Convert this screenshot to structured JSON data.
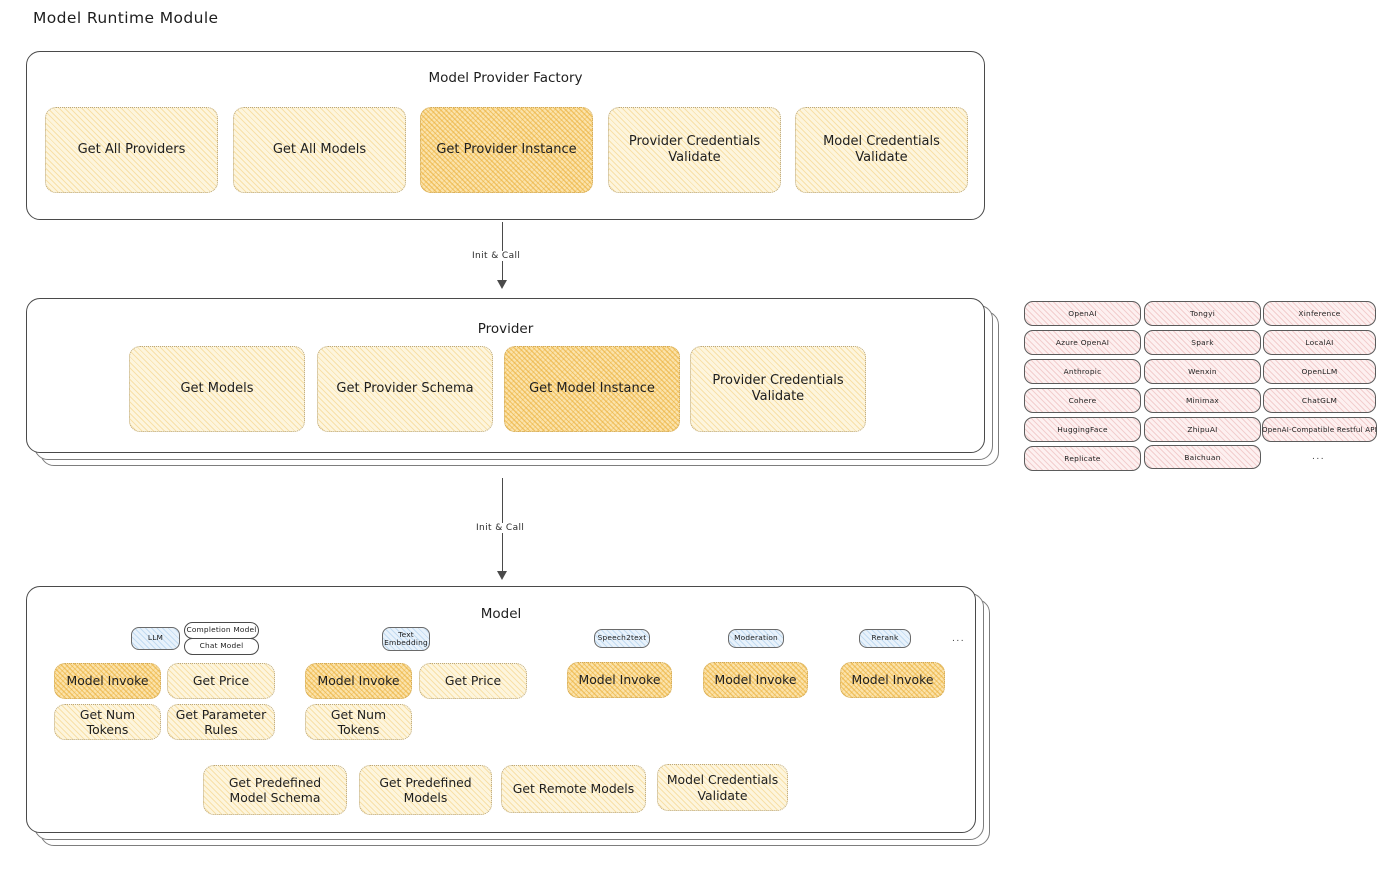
{
  "page": {
    "title": "Model Runtime Module"
  },
  "factory": {
    "title": "Model Provider Factory",
    "nodes": [
      {
        "label": "Get All Providers",
        "highlighted": false
      },
      {
        "label": "Get All Models",
        "highlighted": false
      },
      {
        "label": "Get Provider Instance",
        "highlighted": true
      },
      {
        "label": "Provider Credentials Validate",
        "highlighted": false
      },
      {
        "label": "Model Credentials Validate",
        "highlighted": false
      }
    ]
  },
  "arrow_factory_to_provider": {
    "label": "Init & Call"
  },
  "provider": {
    "title": "Provider",
    "nodes": [
      {
        "label": "Get Models",
        "highlighted": false
      },
      {
        "label": "Get Provider Schema",
        "highlighted": false
      },
      {
        "label": "Get Model Instance",
        "highlighted": true
      },
      {
        "label": "Provider Credentials Validate",
        "highlighted": false
      }
    ]
  },
  "arrow_provider_to_model": {
    "label": "Init & Call"
  },
  "provider_list": {
    "columns": [
      [
        "OpenAI",
        "Azure OpenAI",
        "Anthropic",
        "Cohere",
        "HuggingFace",
        "Replicate"
      ],
      [
        "Tongyi",
        "Spark",
        "Wenxin",
        "Minimax",
        "ZhipuAI",
        "Baichuan"
      ],
      [
        "Xinference",
        "LocalAI",
        "OpenLLM",
        "ChatGLM",
        "OpenAI-Compatible Restful API"
      ]
    ],
    "more": "..."
  },
  "model": {
    "title": "Model",
    "more": "...",
    "types": [
      {
        "badge": "LLM",
        "sub_badges": [
          "Completion Model",
          "Chat Model"
        ],
        "ops": [
          "Model Invoke",
          "Get Price",
          "Get Num Tokens",
          "Get Parameter Rules"
        ]
      },
      {
        "badge": "Text Embedding",
        "sub_badges": [],
        "ops": [
          "Model Invoke",
          "Get Price",
          "Get Num Tokens"
        ]
      },
      {
        "badge": "Speech2text",
        "sub_badges": [],
        "ops": [
          "Model Invoke"
        ]
      },
      {
        "badge": "Moderation",
        "sub_badges": [],
        "ops": [
          "Model Invoke"
        ]
      },
      {
        "badge": "Rerank",
        "sub_badges": [],
        "ops": [
          "Model Invoke"
        ]
      }
    ],
    "common_ops": [
      "Get Predefined Model Schema",
      "Get Predefined Models",
      "Get Remote Models",
      "Model Credentials Validate"
    ]
  },
  "colors": {
    "node_fill": "#fdf5dd",
    "node_highlight_fill": "#fbe3ab",
    "provider_pill_fill": "#fdf0f0",
    "model_badge_fill": "#e8f2fb",
    "stroke": "#1e1e1e"
  }
}
